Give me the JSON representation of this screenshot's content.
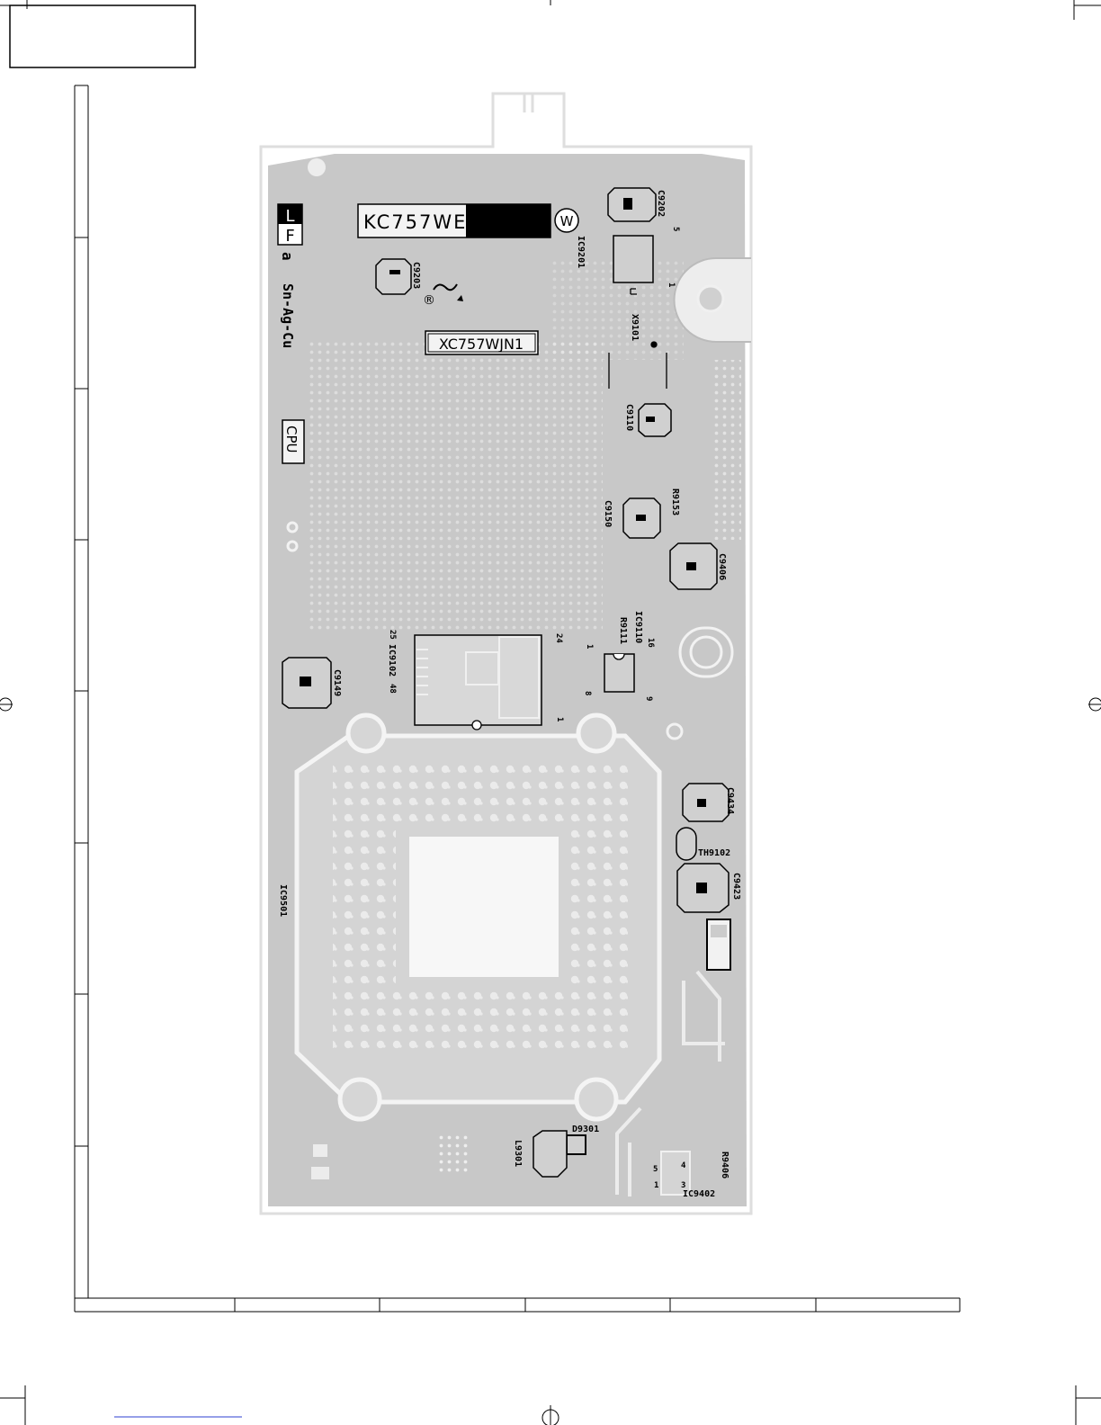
{
  "board": {
    "lf_letters": [
      "L",
      "F"
    ],
    "lead_free_mark": "a",
    "solder_alloy": "Sn-Ag-Cu",
    "pwb_number": "KC757WE",
    "pwb_variant_mark": "W",
    "unit_number": "XC757WJN1",
    "block_name": "CPU",
    "ul_mark": "®"
  },
  "components": {
    "c9202": "C9202",
    "ic9201": "IC9201",
    "c9203": "C9203",
    "x9101": "X9101",
    "c9110": "C9110",
    "c9150": "C9150",
    "r9153": "R9153",
    "c9406": "C9406",
    "ic9110": "IC9110",
    "r9111": "R9111",
    "ic9102": "IC9102",
    "c9149": "C9149",
    "c9434": "C9434",
    "th9102": "TH9102",
    "c9423": "C9423",
    "ic9501": "IC9501",
    "d9301": "D9301",
    "l9301": "L9301",
    "r9406": "R9406",
    "ic9402": "IC9402"
  },
  "pins": {
    "ic9201_p5": "5",
    "ic9201_p1": "1",
    "ic9102_p25": "25",
    "ic9102_p24": "24",
    "ic9102_p48": "48",
    "ic9102_p1": "1",
    "ic9110_p16": "16",
    "ic9110_p1": "1",
    "ic9110_p8": "8",
    "ic9110_p9": "9",
    "ic9402_p5": "5",
    "ic9402_p4": "4",
    "ic9402_p1": "1",
    "ic9402_p3": "3"
  },
  "colors": {
    "board_fill": "#c8c8c8",
    "outline": "#e2e2e2",
    "pad": "#f2f2f2",
    "ink": "#000000"
  }
}
